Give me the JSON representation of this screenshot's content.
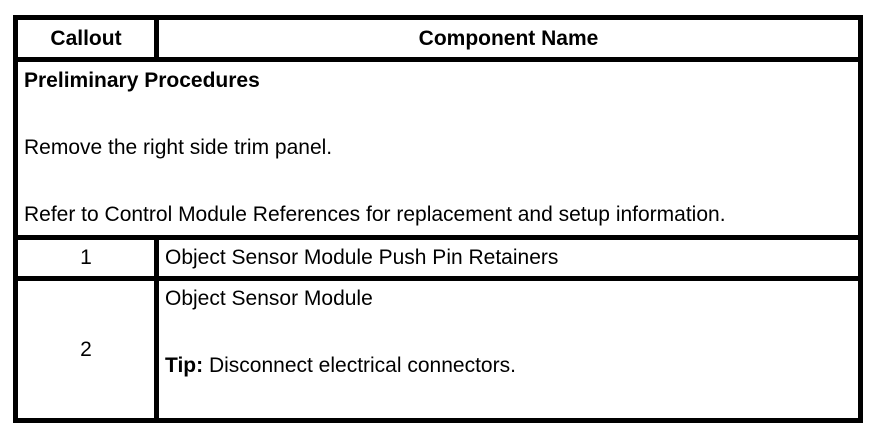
{
  "document": {
    "table": {
      "header": {
        "callout": "Callout",
        "component_name": "Component Name"
      },
      "preliminary": {
        "title": "Preliminary Procedures",
        "steps": [
          "Remove the right side trim panel.",
          "Refer to Control Module References for replacement and setup information."
        ]
      },
      "rows": [
        {
          "callout": "1",
          "component": "Object Sensor Module Push Pin Retainers"
        },
        {
          "callout": "2",
          "component": "Object Sensor Module",
          "tip_label": "Tip:",
          "tip_text": "Disconnect electrical connectors."
        }
      ]
    },
    "colors": {
      "border": "#000000",
      "background": "#ffffff",
      "text": "#000000"
    }
  }
}
